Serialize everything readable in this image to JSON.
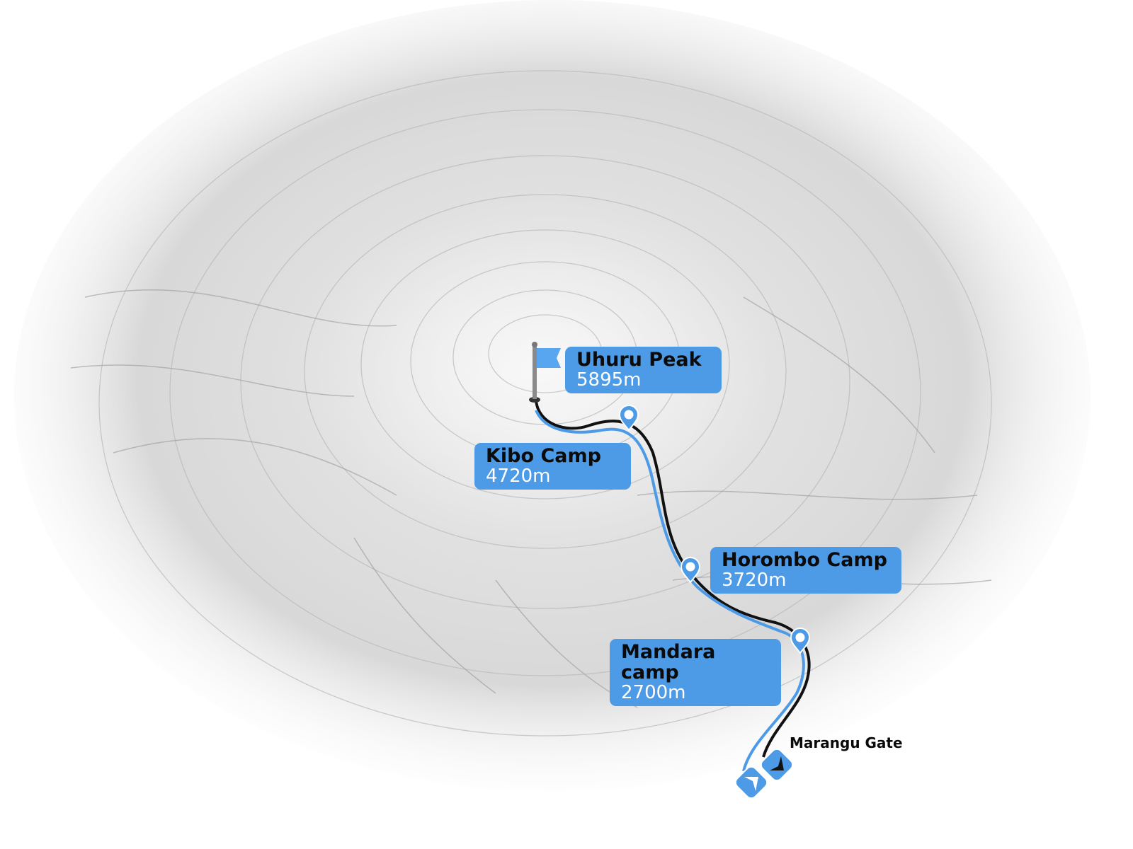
{
  "map": {
    "route_colors": {
      "ascent": "#4d9be6",
      "descent": "#111111"
    },
    "waypoints": [
      {
        "name": "Uhuru Peak",
        "elevation": "5895m",
        "icon": "summit-flag-icon"
      },
      {
        "name": "Kibo Camp",
        "elevation": "4720m",
        "icon": "map-pin-icon"
      },
      {
        "name": "Horombo Camp",
        "elevation": "3720m",
        "icon": "map-pin-icon"
      },
      {
        "name": "Mandara camp",
        "elevation": "2700m",
        "icon": "map-pin-icon"
      }
    ],
    "gate": {
      "name": "Marangu Gate",
      "icons": [
        "ascent-arrow-icon",
        "descent-arrow-icon"
      ]
    }
  }
}
